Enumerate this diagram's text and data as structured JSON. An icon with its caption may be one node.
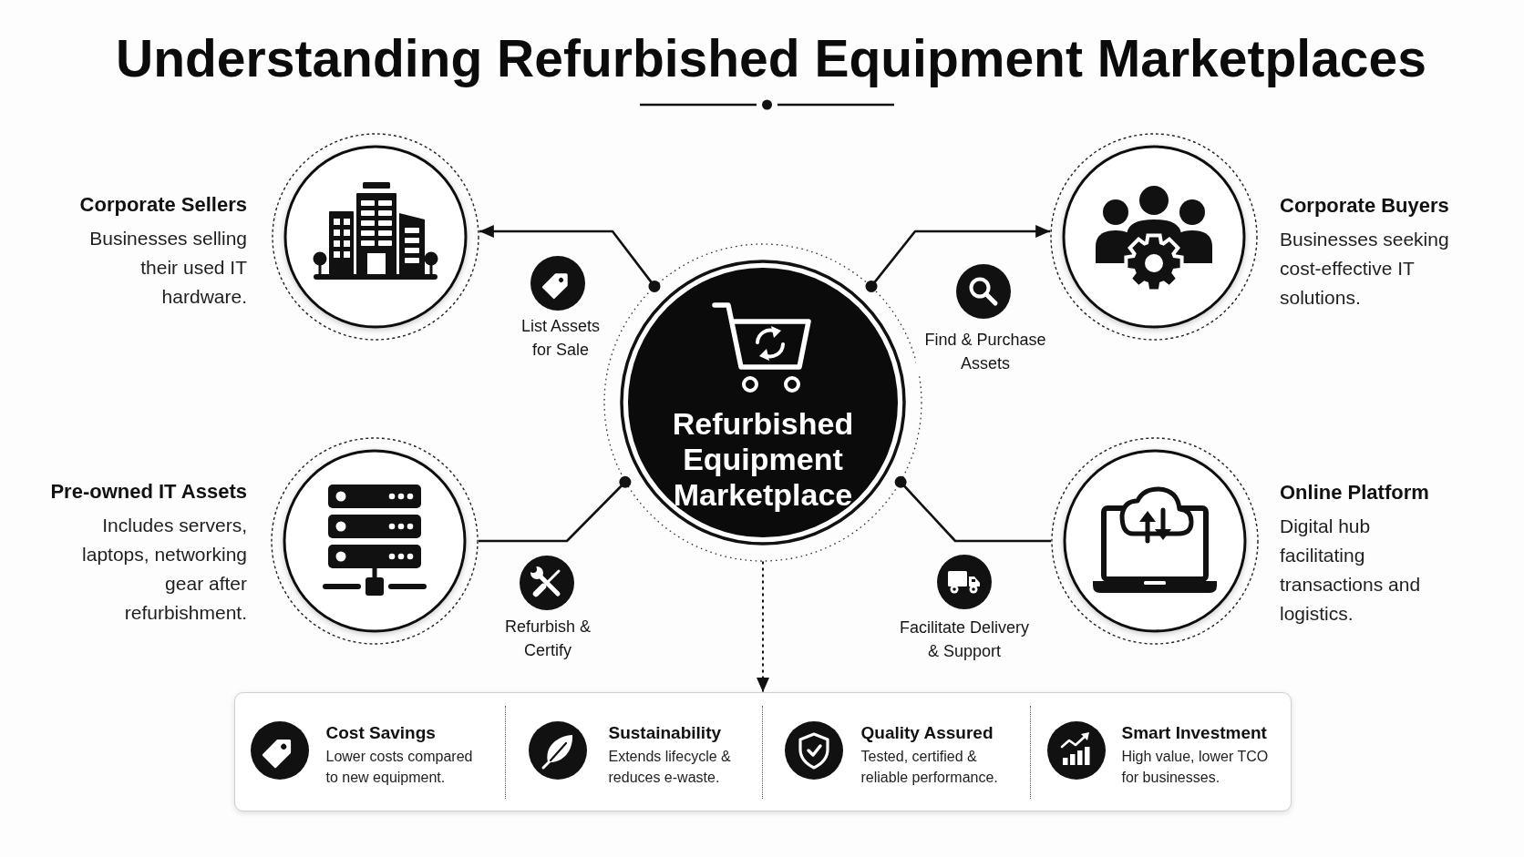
{
  "diagram": {
    "title": "Understanding Refurbished Equipment Marketplaces",
    "nodes": [
      {
        "text": [
          "Corporate Sellers",
          "Businesses selling their used IT hardware."
        ]
      },
      {
        "text": [
          "Corporate Buyers",
          "Businesses seeking cost-effective IT solutions."
        ]
      },
      {
        "text": [
          "Refurbished Equipment Marketplace"
        ]
      },
      {
        "text": [
          "Pre-owned IT Assets",
          "Includes servers, laptops, networking gear after refurbishment."
        ]
      },
      {
        "text": [
          "Online Platform",
          "Digital hub facilitating transactions and logistics."
        ]
      },
      {
        "text": [
          "Cost Savings",
          "Lower costs compared to new equipment.",
          "Sustainability",
          "Extends lifecycle & reduces e-waste.",
          "Quality Assured",
          "Tested, certified & reliable performance.",
          "Smart Investment",
          "High value, lower TCO for businesses."
        ]
      }
    ],
    "edges": [
      {
        "from": 2,
        "to": 0,
        "arrow": "to",
        "label": "List Assets for Sale"
      },
      {
        "from": 2,
        "to": 1,
        "arrow": "to",
        "label": "Find & Purchase Assets"
      },
      {
        "from": 2,
        "to": 3,
        "arrow": "other",
        "label": "Refurbish & Certify"
      },
      {
        "from": 2,
        "to": 4,
        "arrow": "other",
        "label": "Facilitate Delivery & Support"
      },
      {
        "from": 2,
        "to": 5,
        "arrow": "to",
        "style": "dashed"
      }
    ]
  }
}
